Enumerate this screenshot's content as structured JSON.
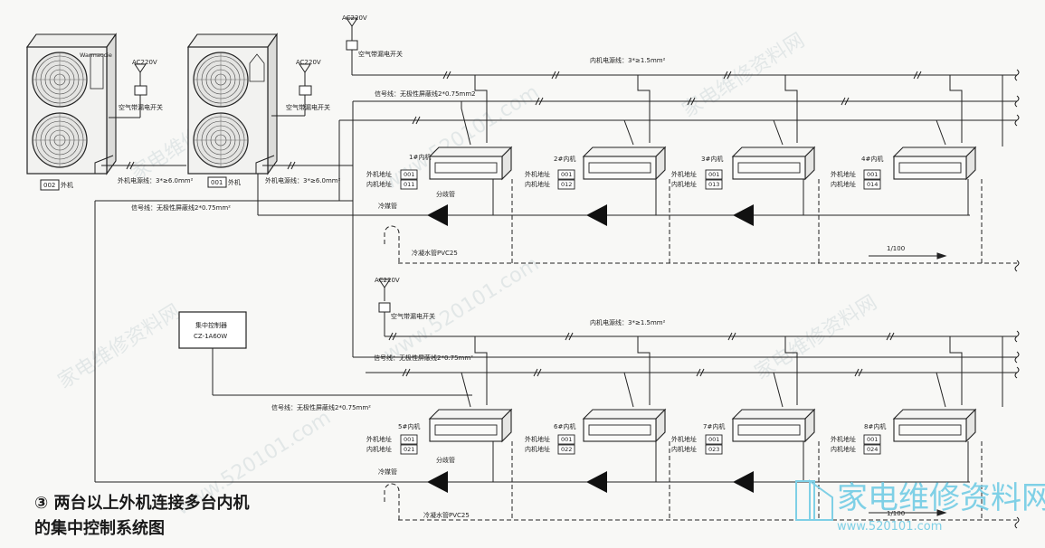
{
  "outdoor_units": [
    {
      "brand": "Warmaccie",
      "ac_label": "AC220V",
      "breaker_label": "空气带漏电开关",
      "address": "002",
      "unit_label": "外机"
    },
    {
      "brand": "",
      "ac_label": "AC220V",
      "breaker_label": "空气带漏电开关",
      "address": "001",
      "unit_label": "外机"
    }
  ],
  "top_supply": {
    "ac_label": "AC220V",
    "breaker_label": "空气带漏电开关"
  },
  "mid_supply": {
    "ac_label": "AC220V",
    "breaker_label": "空气带漏电开关"
  },
  "labels": {
    "indoor_power_top": "内机电源线：3*≥1.5mm²",
    "indoor_power_bottom": "内机电源线：3*≥1.5mm²",
    "signal_top": "信号线：无极性屏蔽线2*0.75mm2",
    "signal_outdoor": "信号线：无极性屏蔽线2*0.75mm²",
    "signal_bottom": "信号线：无极性屏蔽线2*0.75mm²",
    "signal_controller": "信号线：无极性屏蔽线2*0.75mm²",
    "outdoor_power_1": "外机电源线：3*≥6.0mm²",
    "outdoor_power_2": "外机电源线：3*≥6.0mm²",
    "branch_pipe_top": "分歧管",
    "branch_pipe_bottom": "分歧管",
    "refrigerant_top": "冷媒管",
    "refrigerant_bottom": "冷媒管",
    "drain_top": "冷凝水管PVC25",
    "drain_bottom": "冷凝水管PVC25",
    "slope_top": "1/100",
    "slope_bottom": "1/100"
  },
  "controller": {
    "title": "集中控制器",
    "model": "CZ-1A60W"
  },
  "indoor_units": [
    {
      "name": "1#内机",
      "outer_label": "外机地址",
      "outer_addr": "001",
      "inner_label": "内机地址",
      "inner_addr": "011"
    },
    {
      "name": "2#内机",
      "outer_label": "外机地址",
      "outer_addr": "001",
      "inner_label": "内机地址",
      "inner_addr": "012"
    },
    {
      "name": "3#内机",
      "outer_label": "外机地址",
      "outer_addr": "001",
      "inner_label": "内机地址",
      "inner_addr": "013"
    },
    {
      "name": "4#内机",
      "outer_label": "外机地址",
      "outer_addr": "001",
      "inner_label": "内机地址",
      "inner_addr": "014"
    },
    {
      "name": "5#内机",
      "outer_label": "外机地址",
      "outer_addr": "001",
      "inner_label": "内机地址",
      "inner_addr": "021"
    },
    {
      "name": "6#内机",
      "outer_label": "外机地址",
      "outer_addr": "001",
      "inner_label": "内机地址",
      "inner_addr": "022"
    },
    {
      "name": "7#内机",
      "outer_label": "外机地址",
      "outer_addr": "001",
      "inner_label": "内机地址",
      "inner_addr": "023"
    },
    {
      "name": "8#内机",
      "outer_label": "外机地址",
      "outer_addr": "001",
      "inner_label": "内机地址",
      "inner_addr": "024"
    }
  ],
  "caption": {
    "line1": "③ 两台以上外机连接多台内机",
    "line2": "的集中控制系统图"
  },
  "watermark": {
    "name": "家电维修资料网",
    "url": "www.520101.com"
  }
}
